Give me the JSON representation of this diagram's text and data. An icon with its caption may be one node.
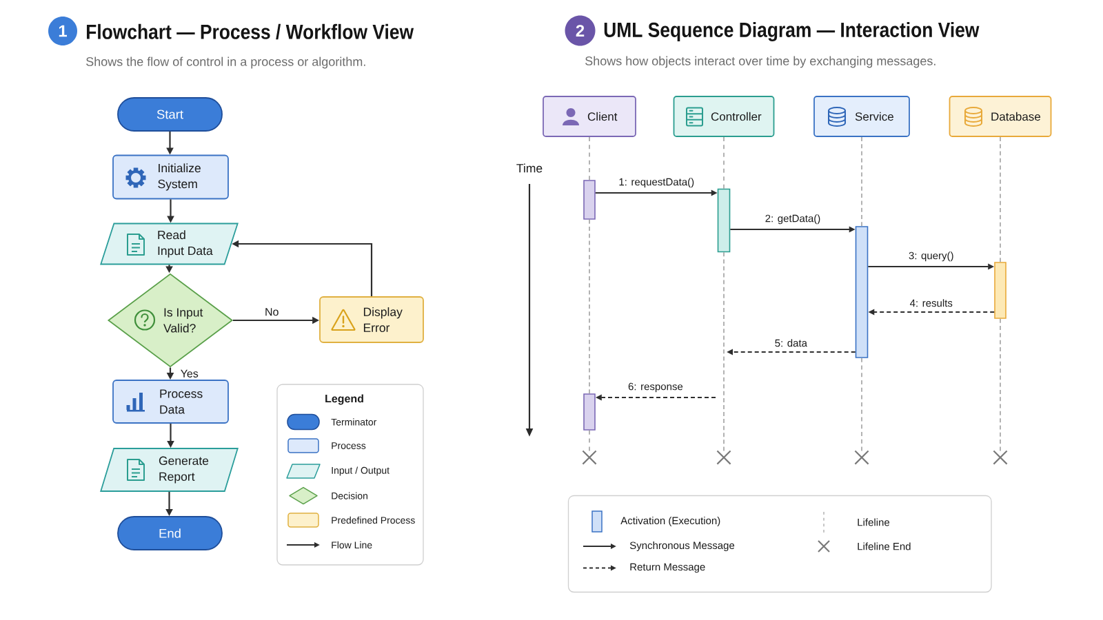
{
  "diagram": {
    "nodes": [
      {
        "text": [
          "1"
        ]
      },
      {
        "text": [
          "Start"
        ]
      },
      {
        "text": [
          "Initialize System"
        ]
      },
      {
        "text": [
          "Read Input Data"
        ]
      },
      {
        "text": [
          "Is Input Valid?"
        ]
      },
      {
        "text": [
          "Display Error"
        ]
      },
      {
        "text": [
          "Process Data"
        ]
      },
      {
        "text": [
          "Generate Report"
        ]
      },
      {
        "text": [
          "End"
        ]
      },
      {
        "text": [
          "2"
        ]
      },
      {
        "text": [
          "Client"
        ]
      },
      {
        "text": [
          "Controller"
        ]
      },
      {
        "text": [
          "Service"
        ]
      },
      {
        "text": [
          "Database"
        ]
      },
      {
        "text": [],
        "shape": "bar"
      },
      {
        "text": [],
        "shape": "bar"
      },
      {
        "text": [],
        "shape": "bar"
      },
      {
        "text": [],
        "shape": "bar"
      },
      {
        "text": [],
        "shape": "bar"
      },
      {
        "text": [],
        "shape": "cross"
      },
      {
        "text": [],
        "shape": "cross"
      },
      {
        "text": [],
        "shape": "cross"
      },
      {
        "text": [],
        "shape": "cross"
      }
    ],
    "edges": [
      {
        "from": 1,
        "to": 2,
        "arrow": "to"
      },
      {
        "from": 2,
        "to": 3,
        "arrow": "to"
      },
      {
        "from": 3,
        "to": 4,
        "arrow": "to"
      },
      {
        "from": 4,
        "to": 5,
        "arrow": "to",
        "label": "No"
      },
      {
        "from": 5,
        "to": 3,
        "arrow": "to"
      },
      {
        "from": 4,
        "to": 6,
        "arrow": "to",
        "label": "Yes"
      },
      {
        "from": 6,
        "to": 7,
        "arrow": "to"
      },
      {
        "from": 7,
        "to": 8,
        "arrow": "to"
      },
      {
        "from": 14,
        "to": 15,
        "arrow": "to",
        "label": "1: requestData()"
      },
      {
        "from": 15,
        "to": 16,
        "arrow": "to",
        "label": "2: getData()"
      },
      {
        "from": 16,
        "to": 17,
        "arrow": "to",
        "label": "3: query()"
      },
      {
        "from": 17,
        "to": 16,
        "arrow": "to",
        "label": "4: results",
        "style": "dashed"
      },
      {
        "from": 16,
        "to": null,
        "arrow": "to",
        "label": "5: data",
        "style": "dashed"
      },
      {
        "from": null,
        "to": 18,
        "arrow": "to",
        "label": "6: response",
        "style": "dashed"
      },
      {
        "from": 10,
        "to": 14,
        "arrow": "none",
        "style": "dashed",
        "color": "#a0a0a0"
      },
      {
        "from": 14,
        "to": 18,
        "arrow": "none",
        "style": "dashed",
        "color": "#a0a0a0"
      },
      {
        "from": 18,
        "to": 19,
        "arrow": "none",
        "style": "dashed",
        "color": "#a0a0a0"
      },
      {
        "from": 11,
        "to": 15,
        "arrow": "none",
        "style": "dashed",
        "color": "#a0a0a0"
      },
      {
        "from": 15,
        "to": 20,
        "arrow": "none",
        "style": "dashed",
        "color": "#a0a0a0"
      },
      {
        "from": 12,
        "to": 16,
        "arrow": "none",
        "style": "dashed",
        "color": "#a0a0a0"
      },
      {
        "from": 16,
        "to": 21,
        "arrow": "none",
        "style": "dashed",
        "color": "#a0a0a0"
      },
      {
        "from": 13,
        "to": 17,
        "arrow": "none",
        "style": "dashed",
        "color": "#a0a0a0"
      },
      {
        "from": 17,
        "to": 22,
        "arrow": "none",
        "style": "dashed",
        "color": "#a0a0a0"
      }
    ],
    "labels": [
      "Flowchart — Process / Workflow View",
      "Shows the flow of control in a process or algorithm.",
      "Legend",
      "UML Sequence Diagram — Interaction View",
      "Shows how objects interact over time by exchanging messages.",
      "Time"
    ],
    "legend": [
      {
        "text": "Terminator",
        "color": "#3b7dd8"
      },
      {
        "text": "Process",
        "color": "#dde9fb"
      },
      {
        "text": "Input / Output",
        "color": "#dff3f3"
      },
      {
        "text": "Decision",
        "color": "#d8efc8"
      },
      {
        "text": "Predefined Process",
        "color": "#fdf1cc"
      },
      {
        "text": "Flow Line"
      },
      {
        "text": "Activation (Execution)",
        "color": "#cfe0f8"
      },
      {
        "text": "Synchronous Message"
      },
      {
        "text": "Return Message"
      },
      {
        "text": "Lifeline"
      },
      {
        "text": "Lifeline End"
      }
    ]
  }
}
